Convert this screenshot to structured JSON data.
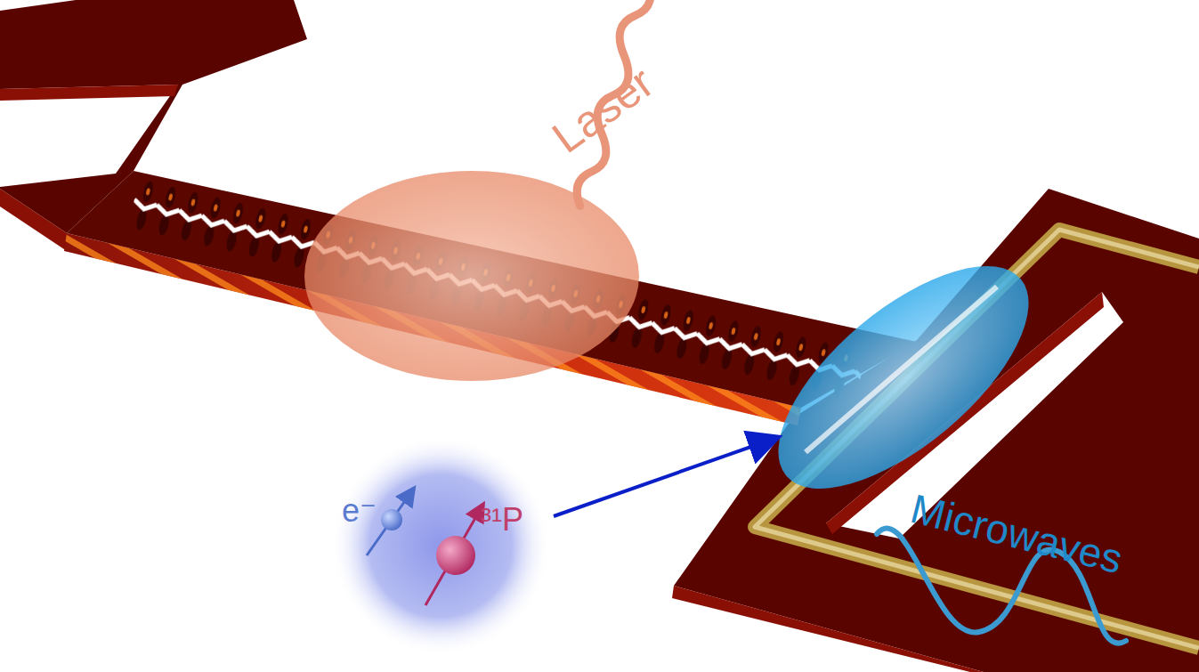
{
  "diagram": {
    "nodes": [
      {
        "text": [
          "e⁻",
          "³¹P"
        ]
      }
    ],
    "labels": [
      "Laser",
      "Microwaves"
    ]
  }
}
